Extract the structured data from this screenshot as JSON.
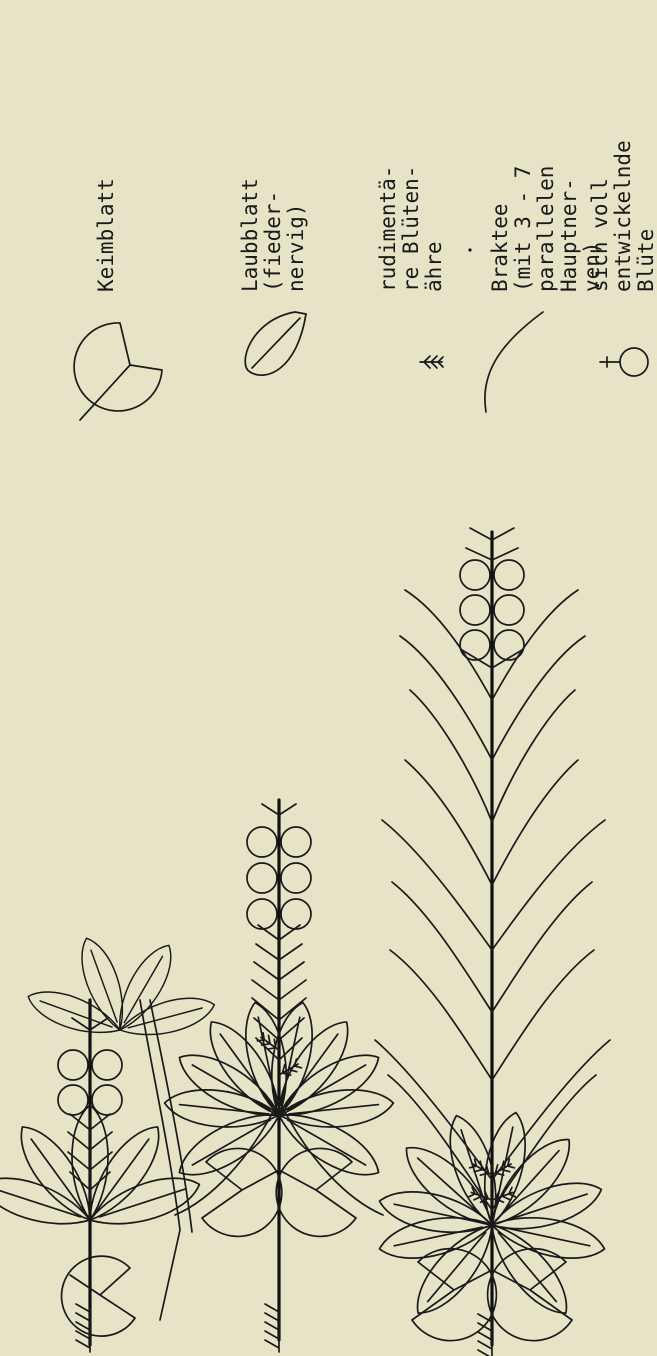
{
  "legend": [
    {
      "id": "flower",
      "icon": "flower-icon",
      "lines": [
        "sich voll",
        "entwickelnde",
        "Blüte"
      ]
    },
    {
      "id": "bract",
      "icon": "bract-icon",
      "lines": [
        "Braktee",
        "(mit 3 - 7",
        "parallelen",
        "Hauptner-",
        "ven)"
      ]
    },
    {
      "id": "rudimentary-spike",
      "icon": "rudimentary-spike-icon",
      "lines": [
        "rudimentä-",
        "re Blüten-",
        "ähre"
      ]
    },
    {
      "id": "foliage-leaf",
      "icon": "foliage-leaf-icon",
      "lines": [
        "Laubblatt",
        "(fieder-",
        "nervig)"
      ]
    },
    {
      "id": "cotyledon",
      "icon": "cotyledon-icon",
      "lines": [
        "Keimblatt"
      ]
    }
  ],
  "colors": {
    "paper": "#e6e3c7",
    "ink": "#1a1a1a"
  }
}
